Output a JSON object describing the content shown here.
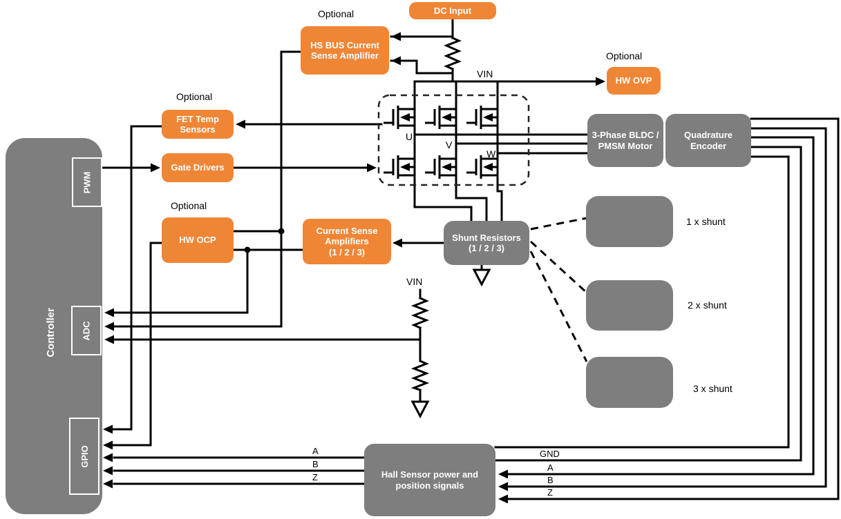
{
  "colors": {
    "orange": "#EF8636",
    "gray": "#7E7E7E",
    "line": "#000000",
    "box_text": "#FFFFFF"
  },
  "labels": {
    "optional": "Optional",
    "vin": "VIN",
    "u": "U",
    "v": "V",
    "w": "W"
  },
  "blocks": {
    "dc_input": "DC Input",
    "hs_bus_amp": "HS BUS Current Sense Amplifier",
    "hw_ovp": "HW OVP",
    "fet_temp": "FET Temp Sensors",
    "gate_drivers": "Gate Drivers",
    "hw_ocp": "HW OCP",
    "csa_line1": "Current Sense Amplifiers",
    "csa_line2": "(1 / 2 / 3)",
    "shunt_line1": "Shunt Resistors",
    "shunt_line2": "(1 / 2 / 3)",
    "motor": "3-Phase BLDC / PMSM Motor",
    "encoder": "Quadrature Encoder",
    "hall": "Hall Sensor power and position signals",
    "controller": "Controller",
    "pwm": "PWM",
    "adc": "ADC",
    "gpio": "GPIO"
  },
  "signals": {
    "hall_to_gpio": [
      "A",
      "B",
      "Z"
    ],
    "encoder_to_hall": [
      "GND",
      "A",
      "B",
      "Z"
    ]
  },
  "shunt_options": [
    "1 x shunt",
    "2 x shunt",
    "3 x shunt"
  ]
}
